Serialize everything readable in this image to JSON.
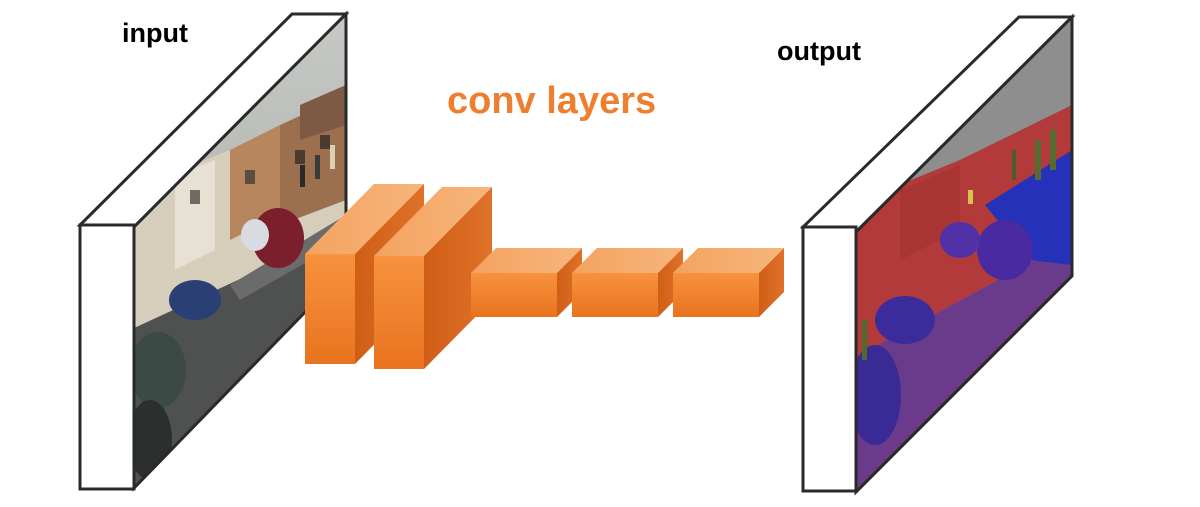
{
  "labels": {
    "input": "input",
    "output": "output",
    "conv_layers": "conv layers"
  },
  "colors": {
    "conv_accent": "#ef7f30",
    "frame_stroke": "#2a2a2a"
  },
  "icons": {
    "input_image": "street-scene-photo-icon",
    "output_image": "segmentation-map-icon"
  }
}
